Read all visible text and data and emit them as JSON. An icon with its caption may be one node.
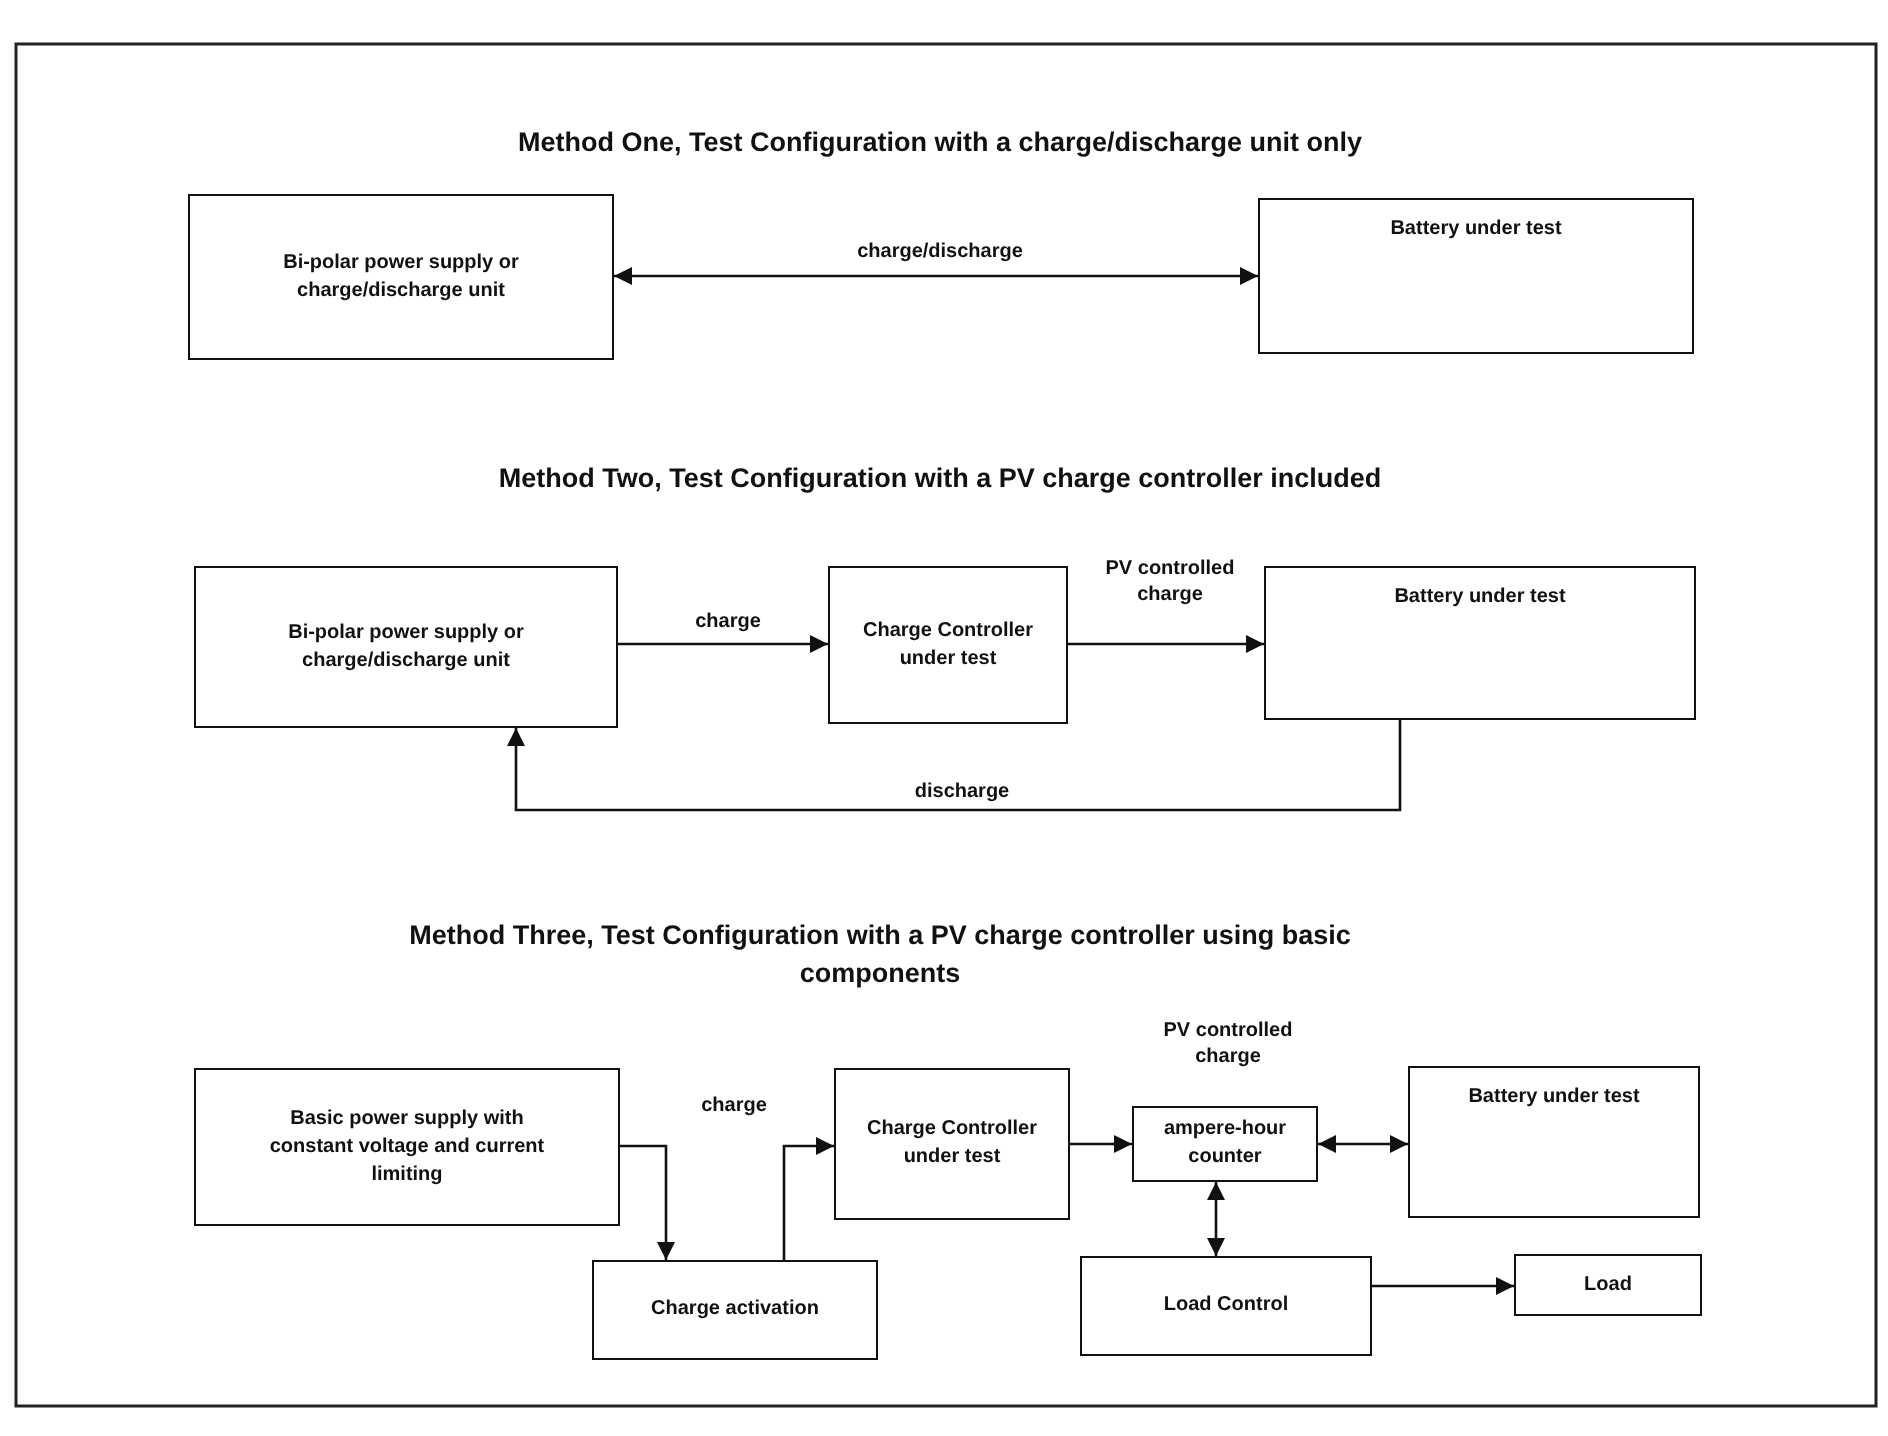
{
  "diagram": {
    "nodes": [
      {
        "text": [
          "Bi-polar power supply or charge/discharge unit"
        ]
      },
      {
        "text": [
          "Battery under test"
        ]
      },
      {
        "text": [
          "Bi-polar power supply or charge/discharge unit"
        ]
      },
      {
        "text": [
          "Charge Controller under test"
        ]
      },
      {
        "text": [
          "Battery under test"
        ]
      },
      {
        "text": [
          "Basic power supply with constant voltage and current limiting"
        ]
      },
      {
        "text": [
          "Charge activation"
        ]
      },
      {
        "text": [
          "Charge Controller under test"
        ]
      },
      {
        "text": [
          "ampere-hour counter"
        ]
      },
      {
        "text": [
          "Battery under test"
        ]
      },
      {
        "text": [
          "Load Control"
        ]
      },
      {
        "text": [
          "Load"
        ]
      }
    ],
    "edges": [
      {
        "from": 0,
        "to": 1,
        "arrow": "both",
        "label": "charge/discharge"
      },
      {
        "from": 2,
        "to": 3,
        "arrow": "to",
        "label": "charge"
      },
      {
        "from": 3,
        "to": 4,
        "arrow": "to",
        "label": "PV controlled charge"
      },
      {
        "from": 4,
        "to": 2,
        "arrow": "to",
        "label": "discharge"
      },
      {
        "from": 5,
        "to": 6,
        "arrow": "to"
      },
      {
        "from": 6,
        "to": 7,
        "arrow": "to",
        "label": "charge"
      },
      {
        "from": 7,
        "to": 8,
        "arrow": "to",
        "label": "PV controlled charge"
      },
      {
        "from": 8,
        "to": 9,
        "arrow": "both"
      },
      {
        "from": 8,
        "to": 10,
        "arrow": "both"
      },
      {
        "from": 10,
        "to": 11,
        "arrow": "to"
      }
    ],
    "labels": [
      "Method One, Test Configuration with a charge/discharge unit only",
      "Method Two, Test Configuration with a PV charge controller included",
      "Method Three, Test Configuration with a PV charge controller using basic components"
    ]
  }
}
